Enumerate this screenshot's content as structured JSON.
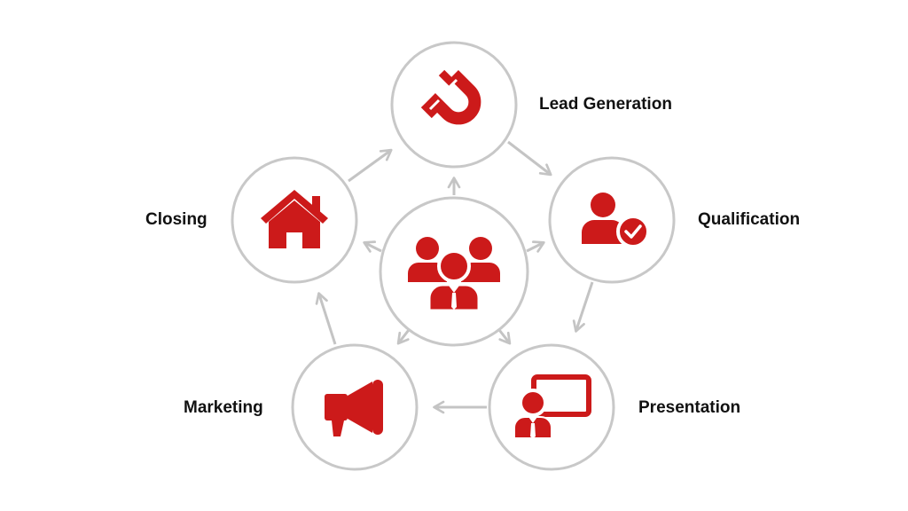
{
  "diagram": {
    "center": {
      "icon": "team-icon"
    },
    "stages": [
      {
        "label": "Lead Generation",
        "icon": "magnet-icon"
      },
      {
        "label": "Qualification",
        "icon": "user-check-icon"
      },
      {
        "label": "Presentation",
        "icon": "presentation-icon"
      },
      {
        "label": "Marketing",
        "icon": "megaphone-icon"
      },
      {
        "label": "Closing",
        "icon": "house-icon"
      }
    ],
    "colors": {
      "accent": "#cc1a1a",
      "ring": "#c8c8c8",
      "arrow": "#c4c4c4",
      "label": "#111111"
    }
  }
}
